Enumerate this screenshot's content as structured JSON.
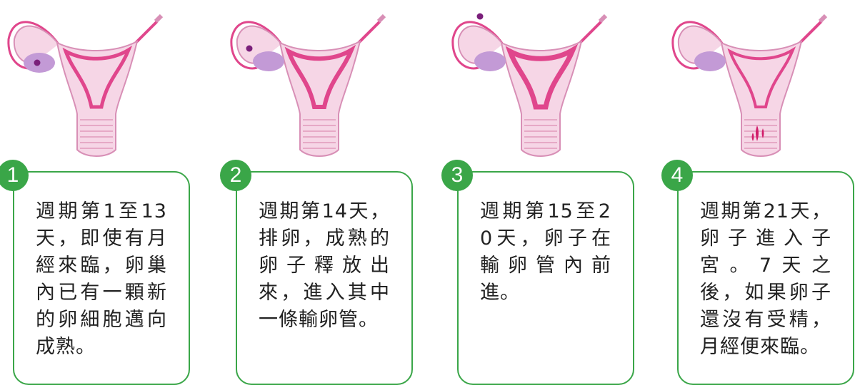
{
  "colors": {
    "accent_green": "#3aa648",
    "tissue_pink": "#f6d6e6",
    "lining_magenta": "#e0468c",
    "ovary_purple": "#c39ad6",
    "egg_dark": "#7a1f7a",
    "blood_red": "#d11c6a"
  },
  "steps": [
    {
      "number": "1",
      "text": "週期第1至13天，即使有月經來臨，卵巢內已有一顆新的卵細胞邁向成熟。",
      "egg_stage": "in-ovary"
    },
    {
      "number": "2",
      "text": "週期第14天，排卵，成熟的卵子釋放出來，進入其中一條輸卵管。",
      "egg_stage": "released"
    },
    {
      "number": "3",
      "text": "週期第15至20天，卵子在輸卵管內前進。",
      "egg_stage": "in-tube"
    },
    {
      "number": "4",
      "text": "週期第21天，卵子進入子宮。7天之後，如果卵子還沒有受精，月經便來臨。",
      "egg_stage": "in-uterus"
    }
  ]
}
